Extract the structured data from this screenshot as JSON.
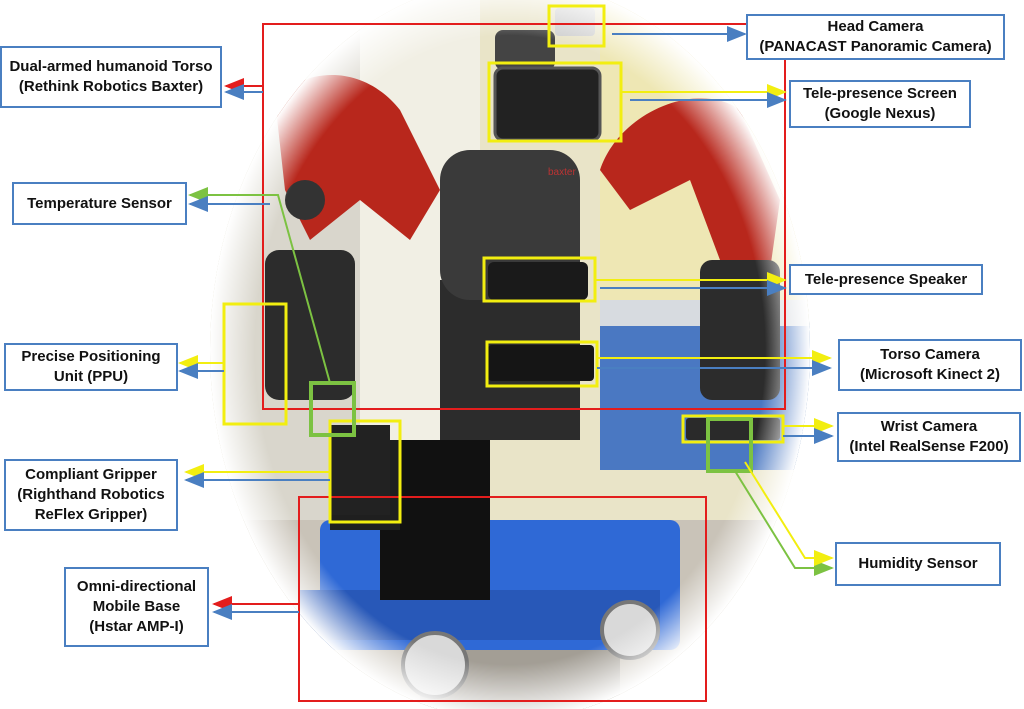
{
  "figure": {
    "labels": {
      "head_camera": "Head Camera\n(PANACAST Panoramic Camera)",
      "torso": "Dual-armed humanoid Torso\n(Rethink Robotics Baxter)",
      "telepresence_screen": "Tele-presence Screen\n(Google Nexus)",
      "temperature_sensor": "Temperature Sensor",
      "telepresence_speaker": "Tele-presence Speaker",
      "ppu": "Precise Positioning\nUnit (PPU)",
      "torso_camera": "Torso Camera\n(Microsoft Kinect 2)",
      "wrist_camera": "Wrist Camera\n(Intel RealSense F200)",
      "compliant_gripper": "Compliant Gripper\n(Righthand Robotics\nReFlex Gripper)",
      "humidity_sensor": "Humidity Sensor",
      "mobile_base": "Omni-directional\nMobile Base\n(Hstar AMP-I)"
    },
    "colors": {
      "label_border": "#4a7fc1",
      "red_marker": "#e31d1d",
      "yellow_marker": "#f2ee10",
      "green_marker": "#7cc242",
      "blue_arrow": "#4a7fc1"
    },
    "robot_brand_text": "baxter"
  }
}
